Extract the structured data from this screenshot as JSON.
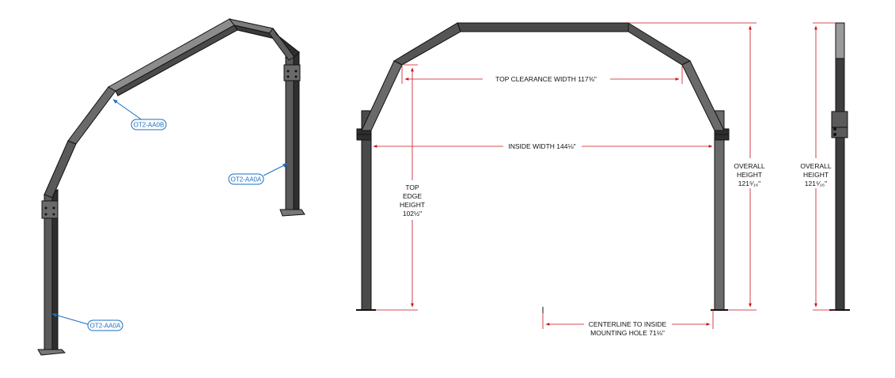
{
  "callouts": {
    "upper_arch": "OT2-AA0B",
    "right_post": "OT2-AA0A",
    "left_post": "OT2-AA0A"
  },
  "dimensions": {
    "top_clearance": "TOP CLEARANCE WIDTH 117⅜\"",
    "inside_width": "INSIDE WIDTH 144⅛\"",
    "top_edge_height": [
      "TOP",
      "EDGE",
      "HEIGHT",
      "102½\""
    ],
    "overall_height_front": [
      "OVERALL",
      "HEIGHT",
      "121⁵⁄₁₆\""
    ],
    "overall_height_side": [
      "OVERALL",
      "HEIGHT",
      "121⁵⁄₁₆\""
    ],
    "centerline": [
      "CENTERLINE TO INSIDE",
      "MOUNTING HOLE 71⅛\""
    ]
  },
  "colors": {
    "steel_dark": "#3d3d3d",
    "steel_mid": "#5a5a5a",
    "steel_light": "#8c8c8c",
    "dimension_red": "#c8141e",
    "callout_blue": "#1a6fc4"
  }
}
